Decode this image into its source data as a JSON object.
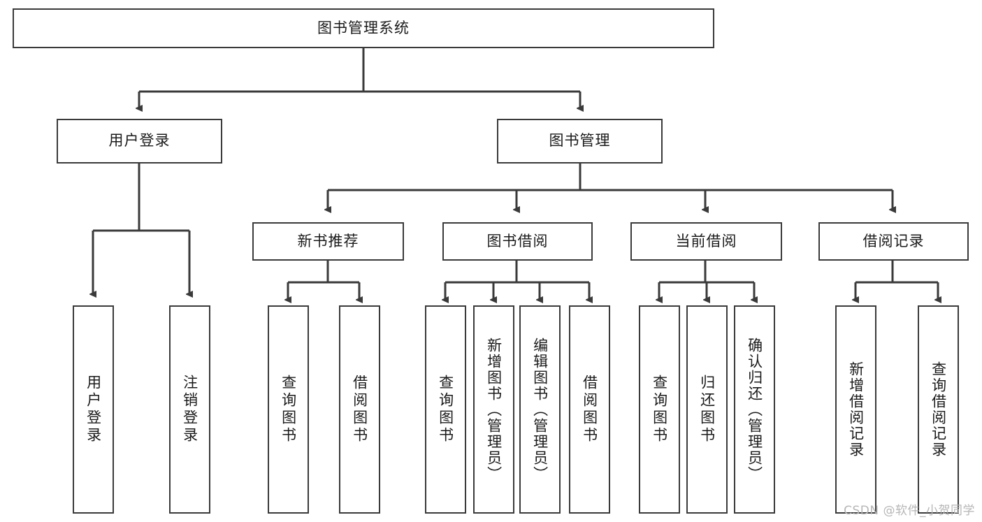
{
  "diagram": {
    "title": "图书管理系统",
    "type": "tree",
    "style": {
      "background": "#ffffff",
      "box_border": "#3a3a3a",
      "box_fill": "#ffffff",
      "text_color": "#1a1a1a",
      "edge_color": "#3a3a3a",
      "watermark_color": "#b6b6b6"
    },
    "root": {
      "id": "root",
      "label": "图书管理系统",
      "orientation": "horizontal"
    },
    "level2": [
      {
        "id": "user-login",
        "label": "用户登录",
        "orientation": "horizontal"
      },
      {
        "id": "book-manage",
        "label": "图书管理",
        "orientation": "horizontal"
      }
    ],
    "level3": [
      {
        "id": "new-book-recommend",
        "label": "新书推荐",
        "orientation": "horizontal",
        "parent": "book-manage"
      },
      {
        "id": "book-borrow",
        "label": "图书借阅",
        "orientation": "horizontal",
        "parent": "book-manage"
      },
      {
        "id": "current-borrow",
        "label": "当前借阅",
        "orientation": "horizontal",
        "parent": "book-manage"
      },
      {
        "id": "borrow-record",
        "label": "借阅记录",
        "orientation": "horizontal",
        "parent": "book-manage"
      }
    ],
    "leaves": [
      {
        "id": "leaf-user-login",
        "label": "用户登录",
        "orientation": "vertical",
        "parent": "user-login"
      },
      {
        "id": "leaf-user-logout",
        "label": "注销登录",
        "orientation": "vertical",
        "parent": "user-login"
      },
      {
        "id": "leaf-query-book-1",
        "label": "查询图书",
        "orientation": "vertical",
        "parent": "new-book-recommend"
      },
      {
        "id": "leaf-borrow-book-1",
        "label": "借阅图书",
        "orientation": "vertical",
        "parent": "new-book-recommend"
      },
      {
        "id": "leaf-query-book-2",
        "label": "查询图书",
        "orientation": "vertical",
        "parent": "book-borrow"
      },
      {
        "id": "leaf-add-book",
        "label": "新增图书（管理员）",
        "orientation": "vertical",
        "parent": "book-borrow"
      },
      {
        "id": "leaf-edit-book",
        "label": "编辑图书（管理员）",
        "orientation": "vertical",
        "parent": "book-borrow"
      },
      {
        "id": "leaf-borrow-book-2",
        "label": "借阅图书",
        "orientation": "vertical",
        "parent": "book-borrow"
      },
      {
        "id": "leaf-query-book-3",
        "label": "查询图书",
        "orientation": "vertical",
        "parent": "current-borrow"
      },
      {
        "id": "leaf-return-book",
        "label": "归还图书",
        "orientation": "vertical",
        "parent": "current-borrow"
      },
      {
        "id": "leaf-confirm-return",
        "label": "确认归还（管理员）",
        "orientation": "vertical",
        "parent": "current-borrow"
      },
      {
        "id": "leaf-add-record",
        "label": "新增借阅记录",
        "orientation": "vertical",
        "parent": "borrow-record"
      },
      {
        "id": "leaf-query-record",
        "label": "查询借阅记录",
        "orientation": "vertical",
        "parent": "borrow-record"
      }
    ],
    "watermark": "CSDN @软件_小贺同学"
  }
}
